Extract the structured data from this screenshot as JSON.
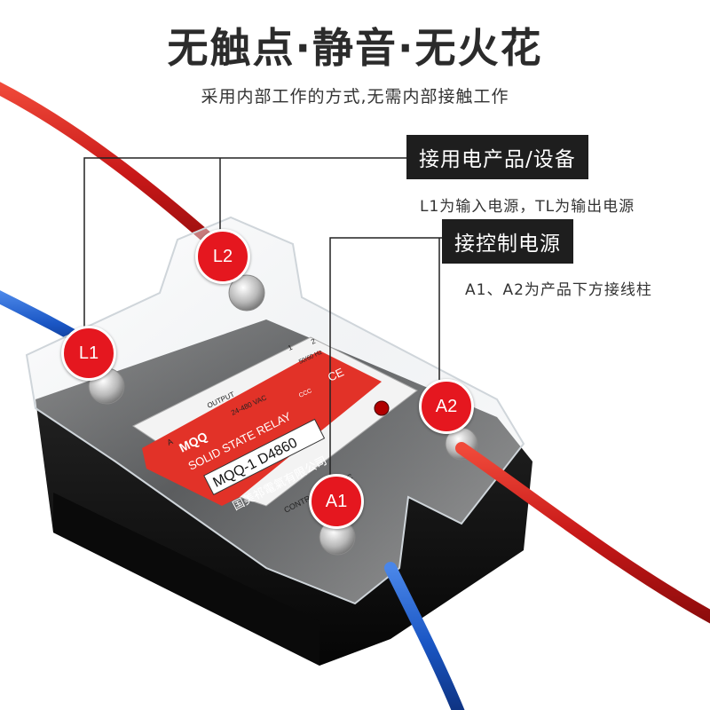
{
  "header": {
    "title": "无触点·静音·无火花",
    "subtitle": "采用内部工作的方式,无需内部接触工作"
  },
  "callouts": {
    "load_label": "接用电产品/设备",
    "load_note": "L1为输入电源，TL为输出电源",
    "control_label": "接控制电源",
    "control_note": "A1、A2为产品下方接线柱"
  },
  "pins": {
    "l1": "L1",
    "l2": "L2",
    "a1": "A1",
    "a2": "A2"
  },
  "relay": {
    "brand": "MQQ",
    "type": "SOLID STATE RELAY",
    "model": "MQQ-1 D4860",
    "maker": "国美祁電氣有限公司",
    "output_label": "OUTPUT",
    "output_range": "24-480 VAC",
    "control_range": "CONTROL 3-32 VDC",
    "freq": "50/60 Hz",
    "ce": "CE",
    "ccc": "CCC",
    "current": "A",
    "terminal_1": "1",
    "terminal_2": "2"
  },
  "colors": {
    "accent_red": "#e5171f",
    "wire_red": "#d42020",
    "wire_blue": "#1a56c4",
    "label_bg": "#1e1e1e",
    "relay_body": "#141414"
  }
}
